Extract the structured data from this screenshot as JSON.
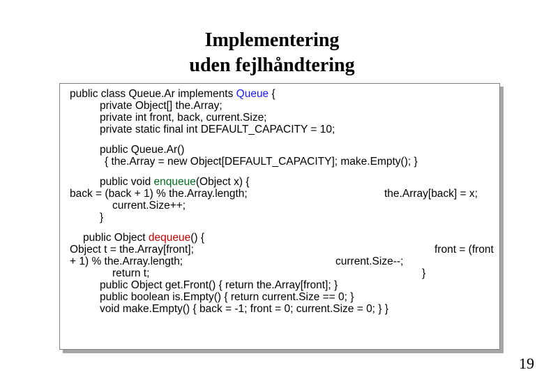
{
  "slide": {
    "title_line1": "Implementering",
    "title_line2": "uden fejlhåndtering",
    "page_number": "19"
  },
  "code": {
    "l1a": "public class Queue.Ar implements ",
    "l1b": "Queue",
    "l1c": " {",
    "l2": "private Object[] the.Array;",
    "l3": "private int front, back, current.Size;",
    "l4": "private static final int DEFAULT_CAPACITY = 10;",
    "l5": "public Queue.Ar()",
    "l6": "{ the.Array = new Object[DEFAULT_CAPACITY]; make.Empty(); }",
    "l7a": "public void ",
    "l7b": "enqueue",
    "l7c": "(Object x) {",
    "l8a": "back = (back + 1) % the.Array.length;",
    "l8b": "the.Array[back] = x;",
    "l9": "current.Size++;",
    "l10": "}",
    "l11a": "public Object ",
    "l11b": "dequeue",
    "l11c": "() {",
    "l12a": "Object t = the.Array[front];",
    "l12b": "front = (front",
    "l13a": "+ 1) % the.Array.length;",
    "l13b": "current.Size--;",
    "l14a": "return t;",
    "l14b": "}",
    "l15": "public Object get.Front() { return the.Array[front]; }",
    "l16": "public boolean is.Empty() { return current.Size == 0; }",
    "l17": "void make.Empty() { back = -1; front = 0; current.Size = 0; } }"
  },
  "colors": {
    "keyword_blue": "#1a1aff",
    "enqueue_green": "#006b1f",
    "dequeue_red": "#c00000"
  }
}
